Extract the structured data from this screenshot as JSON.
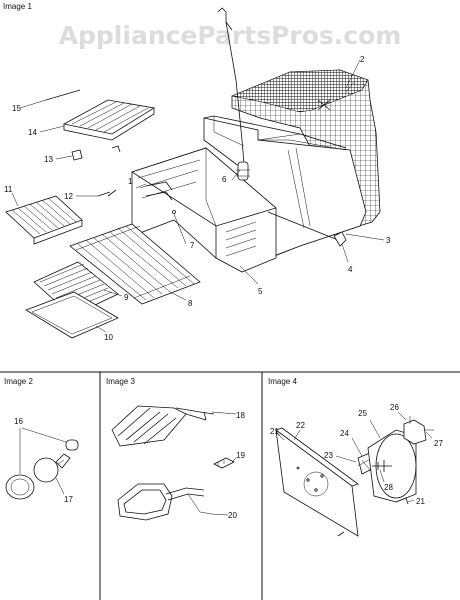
{
  "watermark": "AppliancePartsPros.com",
  "panels": {
    "image1": {
      "title": "Image 1",
      "callouts": [
        "1",
        "2",
        "3",
        "4",
        "5",
        "6",
        "7",
        "8",
        "9",
        "10",
        "11",
        "12",
        "13",
        "14",
        "15"
      ]
    },
    "image2": {
      "title": "Image 2",
      "callouts": [
        "16",
        "17"
      ]
    },
    "image3": {
      "title": "Image 3",
      "callouts": [
        "18",
        "19",
        "20"
      ]
    },
    "image4": {
      "title": "Image 4",
      "callouts": [
        "21",
        "22",
        "23",
        "24",
        "25",
        "26",
        "27",
        "28",
        "21"
      ]
    }
  }
}
